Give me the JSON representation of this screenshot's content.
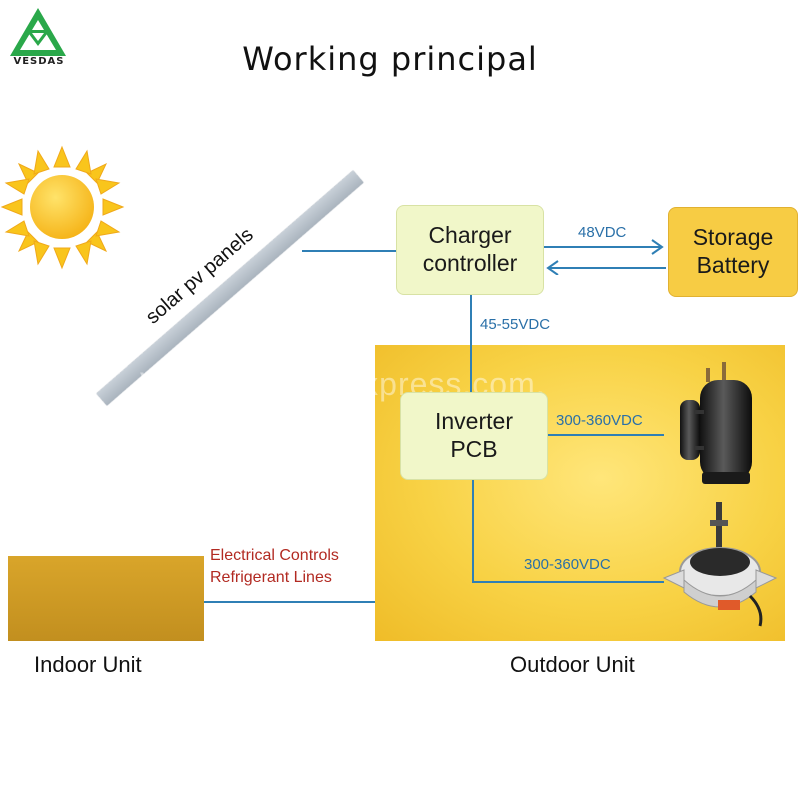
{
  "logo": {
    "text": "VESDAS"
  },
  "title": "Working principal",
  "panel_label": "solar pv panels",
  "charger": {
    "label": "Charger\ncontroller"
  },
  "storage": {
    "label": "Storage\nBattery"
  },
  "inverter": {
    "label": "Inverter\nPCB"
  },
  "voltages": {
    "battery": "48VDC",
    "controller_to_inverter": "45-55VDC",
    "compressor": "300-360VDC",
    "fan_motor": "300-360VDC"
  },
  "controls_label": "Electrical Controls\nRefrigerant Lines",
  "indoor_label": "Indoor Unit",
  "outdoor_label": "Outdoor Unit",
  "watermark": "Vesdas.en.aliexpress.com.",
  "colors": {
    "line": "#2f7fb5",
    "controller_box": "#f1f7c9",
    "battery_box": "#f7cc44",
    "outdoor_area": "#f8d245",
    "indoor_box": "#d9a52a",
    "sun": "#f9c51c",
    "logo_green": "#2aa84a"
  },
  "icons": {
    "logo": "vesdas-logo-icon",
    "sun": "sun-icon",
    "compressor": "compressor-icon",
    "fan_motor": "fan-motor-icon"
  }
}
